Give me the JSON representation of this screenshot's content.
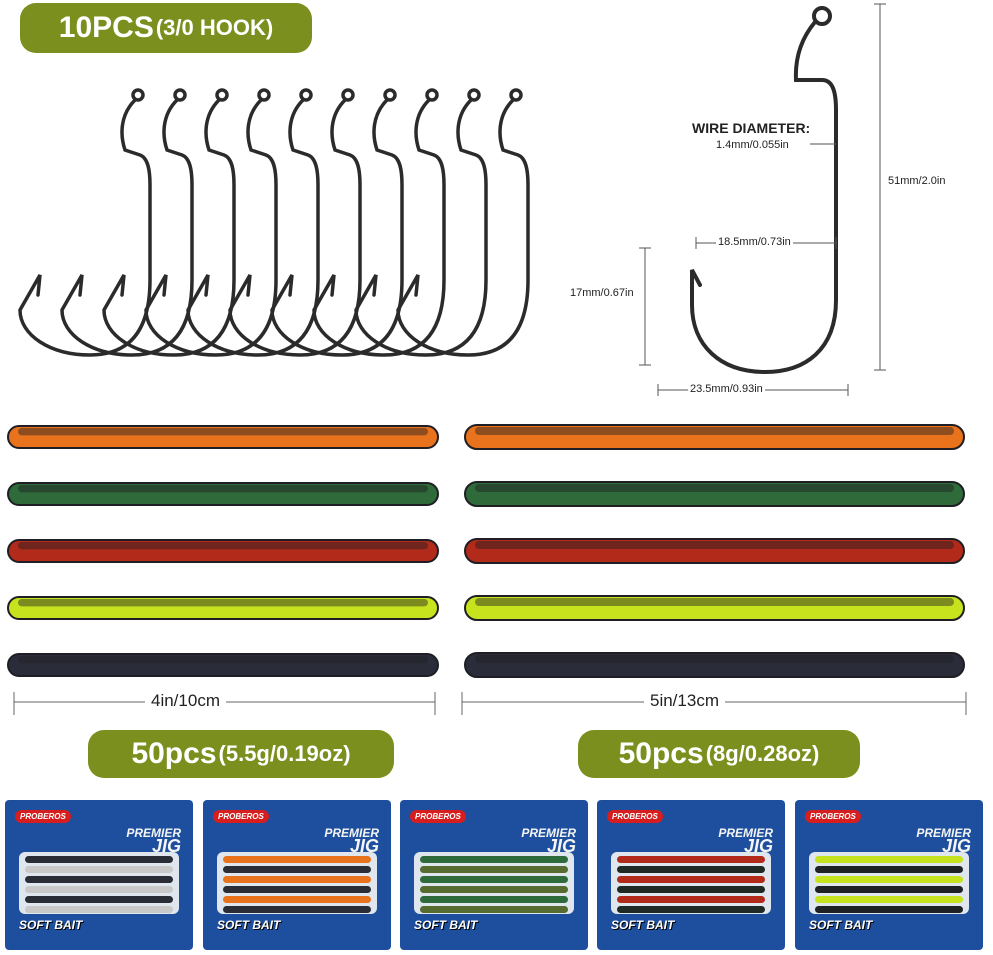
{
  "hooks": {
    "count_label": "10PCS",
    "size_label": "(3/0 HOOK)",
    "wire_diameter_label": "WIRE DIAMETER:",
    "wire_diameter_value": "1.4mm/0.055in",
    "length": "51mm/2.0in",
    "gap": "18.5mm/0.73in",
    "bend_height": "17mm/0.67in",
    "width": "23.5mm/0.93in"
  },
  "worms": {
    "short_length": "4in/10cm",
    "long_length": "5in/13cm",
    "short_pack_count": "50pcs",
    "short_pack_weight": "(5.5g/0.19oz)",
    "long_pack_count": "50pcs",
    "long_pack_weight": "(8g/0.28oz)",
    "colors": [
      "#e8731c",
      "#2f6a3a",
      "#b12a1a",
      "#c6e31e",
      "#2a2c3a"
    ]
  },
  "packs": {
    "brand": "PROBEROS",
    "premier": "PREMIER",
    "jig": "JIG",
    "soft_bait": "SOFT BAIT",
    "items": [
      {
        "color_a": "#2a2c36",
        "color_b": "#c9c9c9"
      },
      {
        "color_a": "#e8731c",
        "color_b": "#2a2c36"
      },
      {
        "color_a": "#2f6a3a",
        "color_b": "#556b2f"
      },
      {
        "color_a": "#b12a1a",
        "color_b": "#1f2a24"
      },
      {
        "color_a": "#c6e31e",
        "color_b": "#1f2224"
      }
    ]
  }
}
